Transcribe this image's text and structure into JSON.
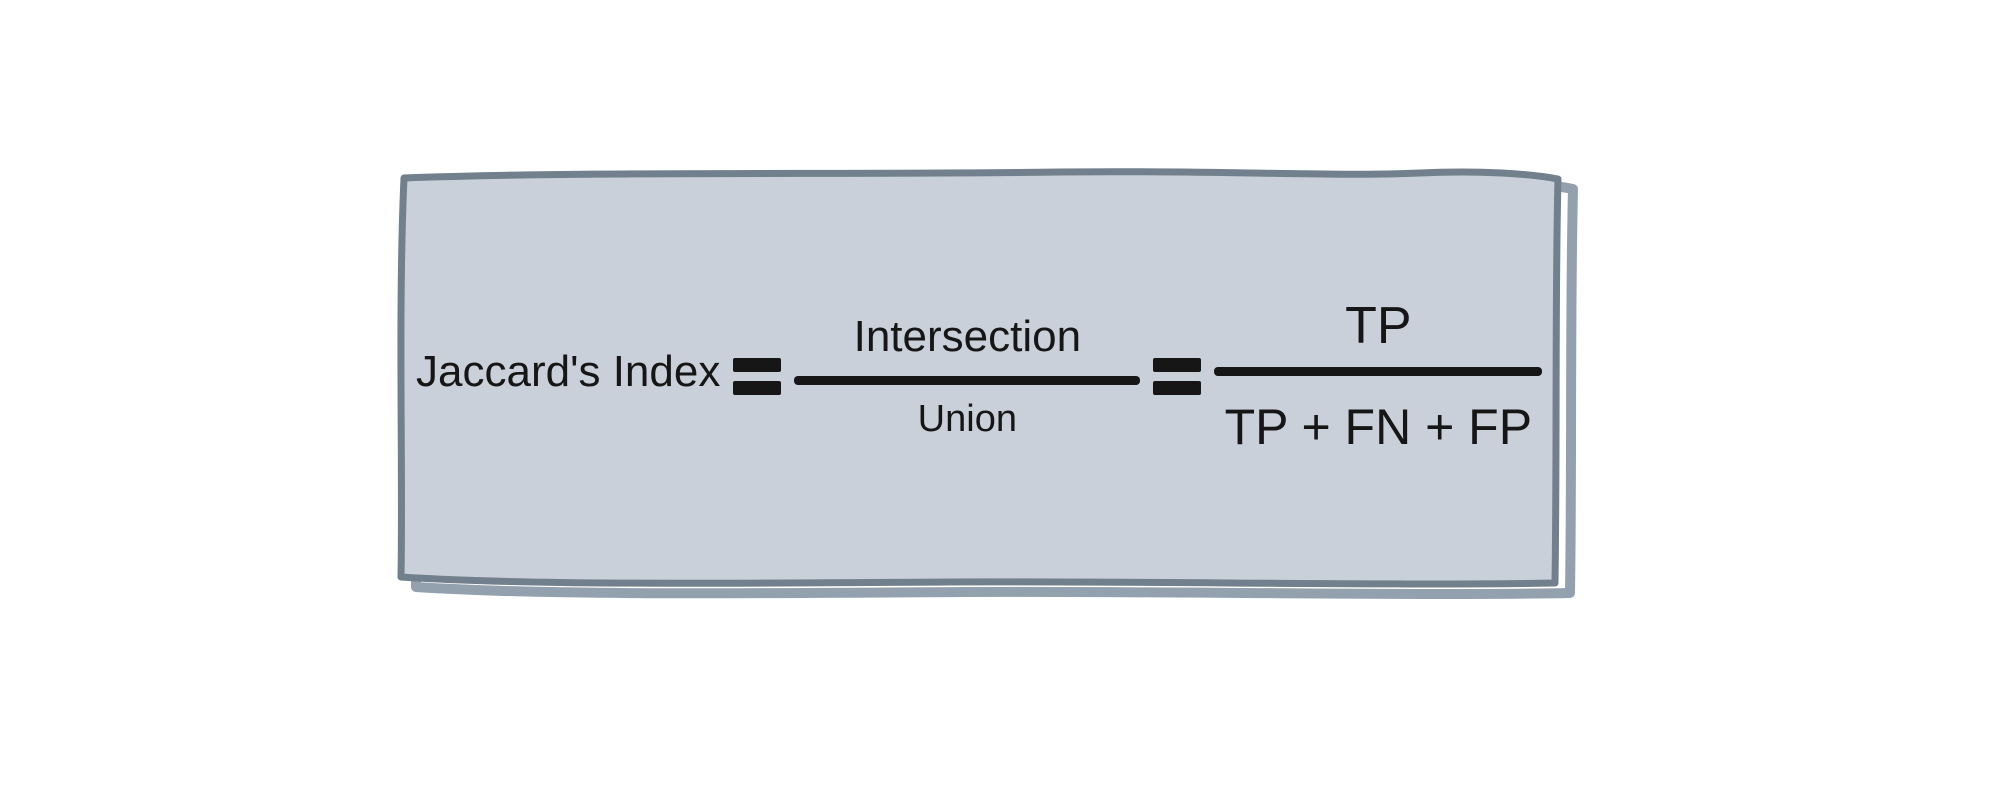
{
  "theme": {
    "bg": "#ffffff",
    "fill": "#c9d0d9",
    "border": "#71808c",
    "shadow": "#93a1ae",
    "ink": "#161616"
  },
  "card": {
    "description": "hand-drawn sketch rectangle with offset drop shadow"
  },
  "formula": {
    "label": "Jaccard's Index",
    "equals_sign": "=",
    "fraction_1": {
      "numerator": "Intersection",
      "denominator": "Union"
    },
    "fraction_2": {
      "numerator": "TP",
      "denominator": "TP + FN + FP"
    }
  }
}
